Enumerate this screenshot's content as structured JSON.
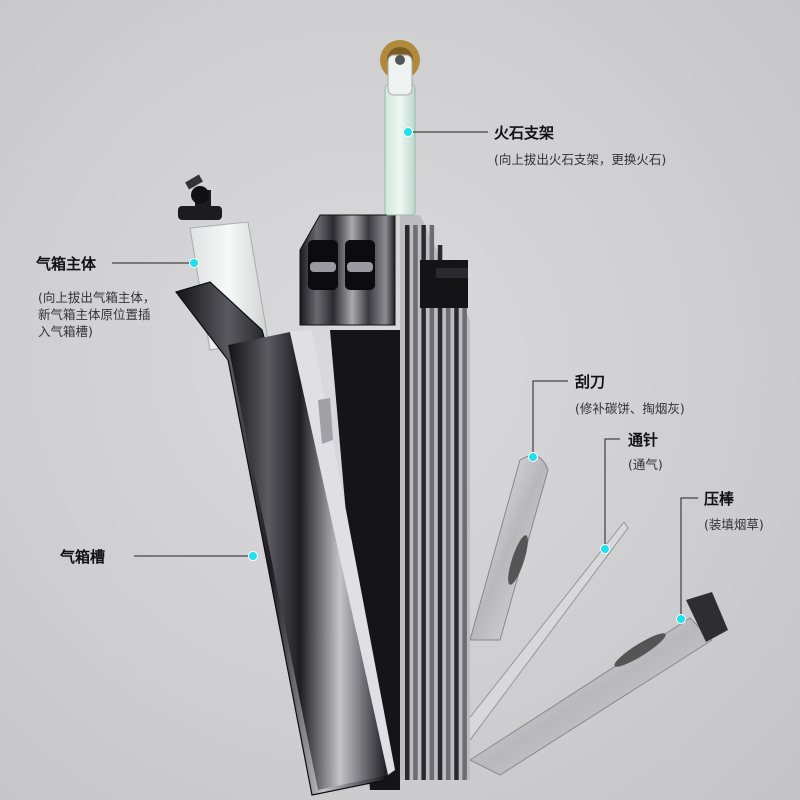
{
  "callouts": {
    "flint_holder": {
      "title": "火石支架",
      "desc": "(向上拔出火石支架，更换火石)"
    },
    "gas_body": {
      "title": "气箱主体",
      "desc": "(向上拔出气箱主体，\n新气箱主体原位置插\n入气箱槽)"
    },
    "gas_slot": {
      "title": "气箱槽"
    },
    "scraper": {
      "title": "刮刀",
      "desc": "(修补碳饼、掏烟灰)"
    },
    "needle": {
      "title": "通针",
      "desc": "(通气)"
    },
    "tamper": {
      "title": "压棒",
      "desc": "(装填烟草)"
    }
  },
  "colors": {
    "marker": "#1ee0f0",
    "leader_line": "#222222",
    "background": "#d0d0d2"
  }
}
